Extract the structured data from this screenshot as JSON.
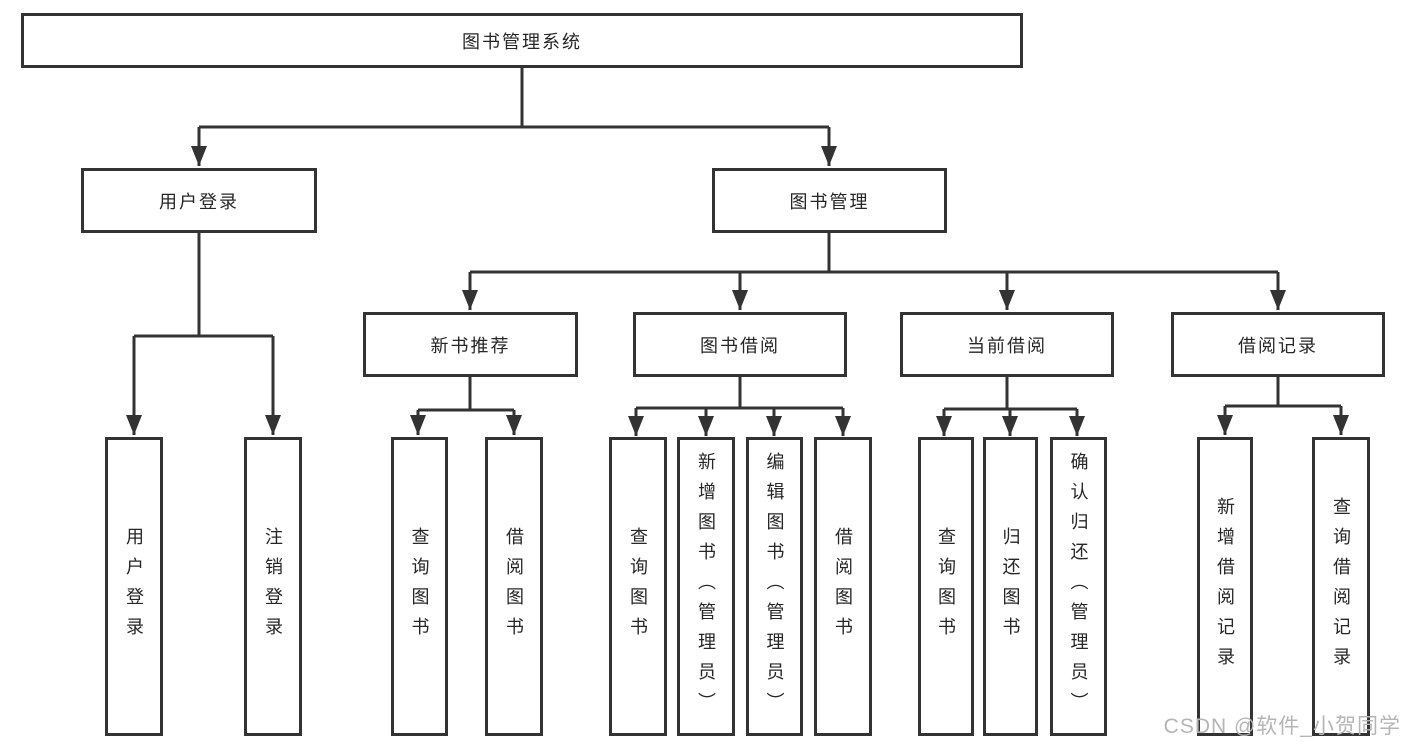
{
  "diagram": {
    "type": "hierarchy-tree",
    "colors": {
      "line": "#333333",
      "box_border": "#333333",
      "text": "#262626",
      "watermark": "#b5b5b5",
      "background": "#ffffff"
    },
    "root": {
      "label": "图书管理系统",
      "children": [
        {
          "label": "用户登录",
          "children": [
            {
              "label": "用户登录"
            },
            {
              "label": "注销登录"
            }
          ]
        },
        {
          "label": "图书管理",
          "children": [
            {
              "label": "新书推荐",
              "children": [
                {
                  "label": "查询图书"
                },
                {
                  "label": "借阅图书"
                }
              ]
            },
            {
              "label": "图书借阅",
              "children": [
                {
                  "label": "查询图书"
                },
                {
                  "label": "新增图书（管理员）"
                },
                {
                  "label": "编辑图书（管理员）"
                },
                {
                  "label": "借阅图书"
                }
              ]
            },
            {
              "label": "当前借阅",
              "children": [
                {
                  "label": "查询图书"
                },
                {
                  "label": "归还图书"
                },
                {
                  "label": "确认归还（管理员）"
                }
              ]
            },
            {
              "label": "借阅记录",
              "children": [
                {
                  "label": "新增借阅记录"
                },
                {
                  "label": "查询借阅记录"
                }
              ]
            }
          ]
        }
      ]
    },
    "watermark": "CSDN @软件_小贺同学"
  }
}
